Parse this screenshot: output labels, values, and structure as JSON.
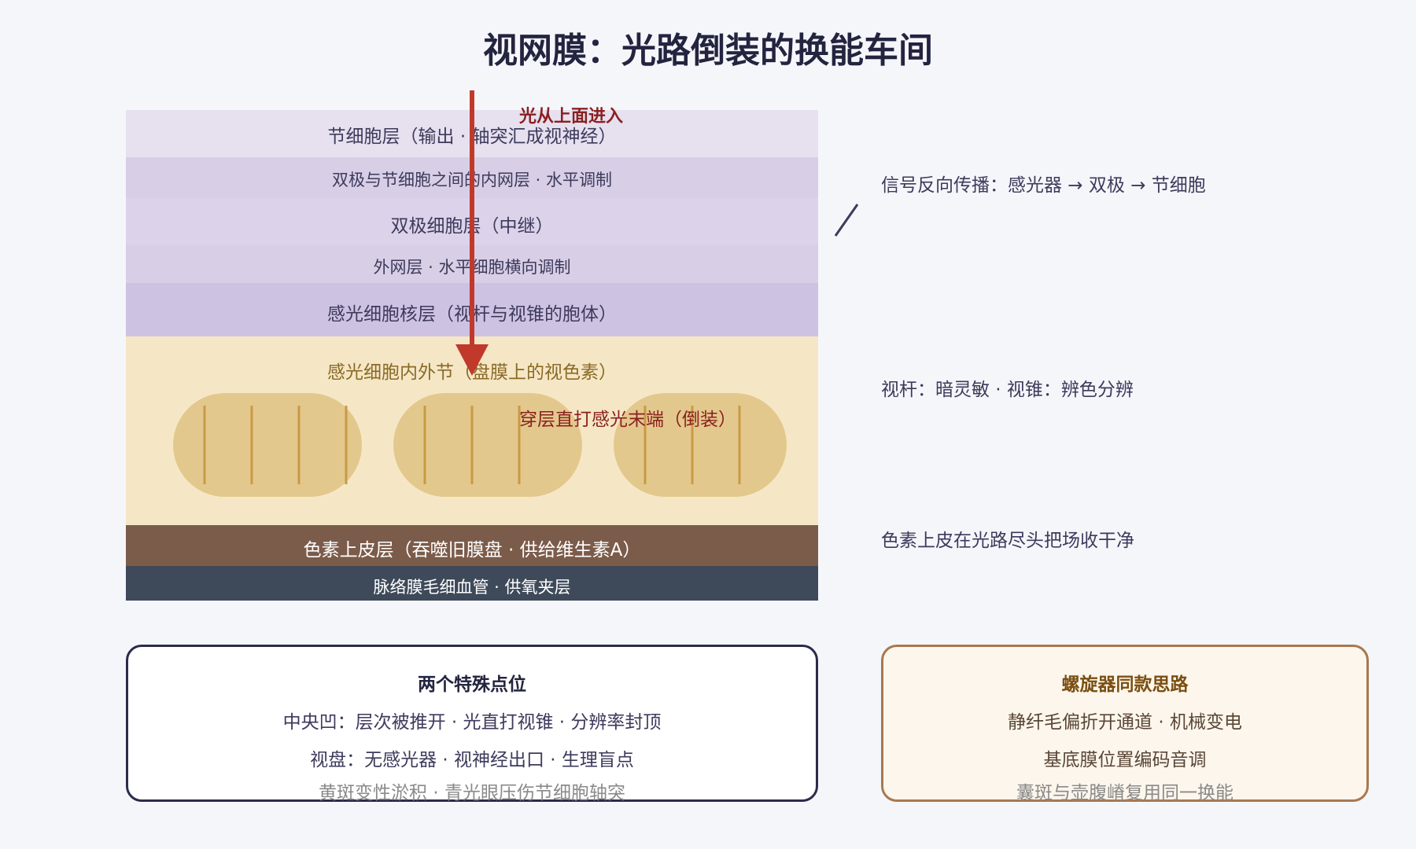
{
  "title": "视网膜：光路倒装的换能车间",
  "layers": [
    {
      "label": "节细胞层（输出 · 轴突汇成视神经）"
    },
    {
      "label": "双极与节细胞之间的内网层 · 水平调制"
    },
    {
      "label": "双极细胞层（中继）"
    },
    {
      "label": "外网层 · 水平细胞横向调制"
    },
    {
      "label": "感光细胞核层（视杆与视锥的胞体）"
    },
    {
      "label": "感光细胞内外节（盘膜上的视色素）"
    },
    {
      "label": "色素上皮层（吞噬旧膜盘 · 供给维生素A）"
    },
    {
      "label": "脉络膜毛细血管 · 供氧夹层"
    }
  ],
  "light": {
    "label": "光从上面进入",
    "callout": "穿层直打感光末端（倒装）"
  },
  "side_notes": [
    {
      "text": "信号反向传播：感光器 → 双极 → 节细胞"
    },
    {
      "text": "视杆：暗灵敏 · 视锥：辨色分辨"
    },
    {
      "text": "色素上皮在光路尽头把场收干净"
    }
  ],
  "cards": {
    "left": {
      "heading": "两个特殊点位",
      "lines": [
        "中央凹：层次被推开 · 光直打视锥 · 分辨率封顶",
        "视盘：无感光器 · 视神经出口 · 生理盲点"
      ],
      "note": "黄斑变性淤积 · 青光眼压伤节细胞轴突"
    },
    "right": {
      "heading": "螺旋器同款思路",
      "lines": [
        "静纤毛偏折开通道 · 机械变电",
        "基底膜位置编码音调"
      ],
      "note": "囊斑与壶腹嵴复用同一换能"
    }
  },
  "colors": {
    "title": "#23243f",
    "neural_layers": "#dcd3ea",
    "photoreceptor_zone": "#f5e7c6",
    "cells": "#e3c88d",
    "pigment_epithelium": "#7b5b4a",
    "choroid": "#3e4a5a",
    "light_arrow": "#c0392b",
    "left_card_border": "#2b2c4a",
    "right_card_border": "#a8784f"
  }
}
